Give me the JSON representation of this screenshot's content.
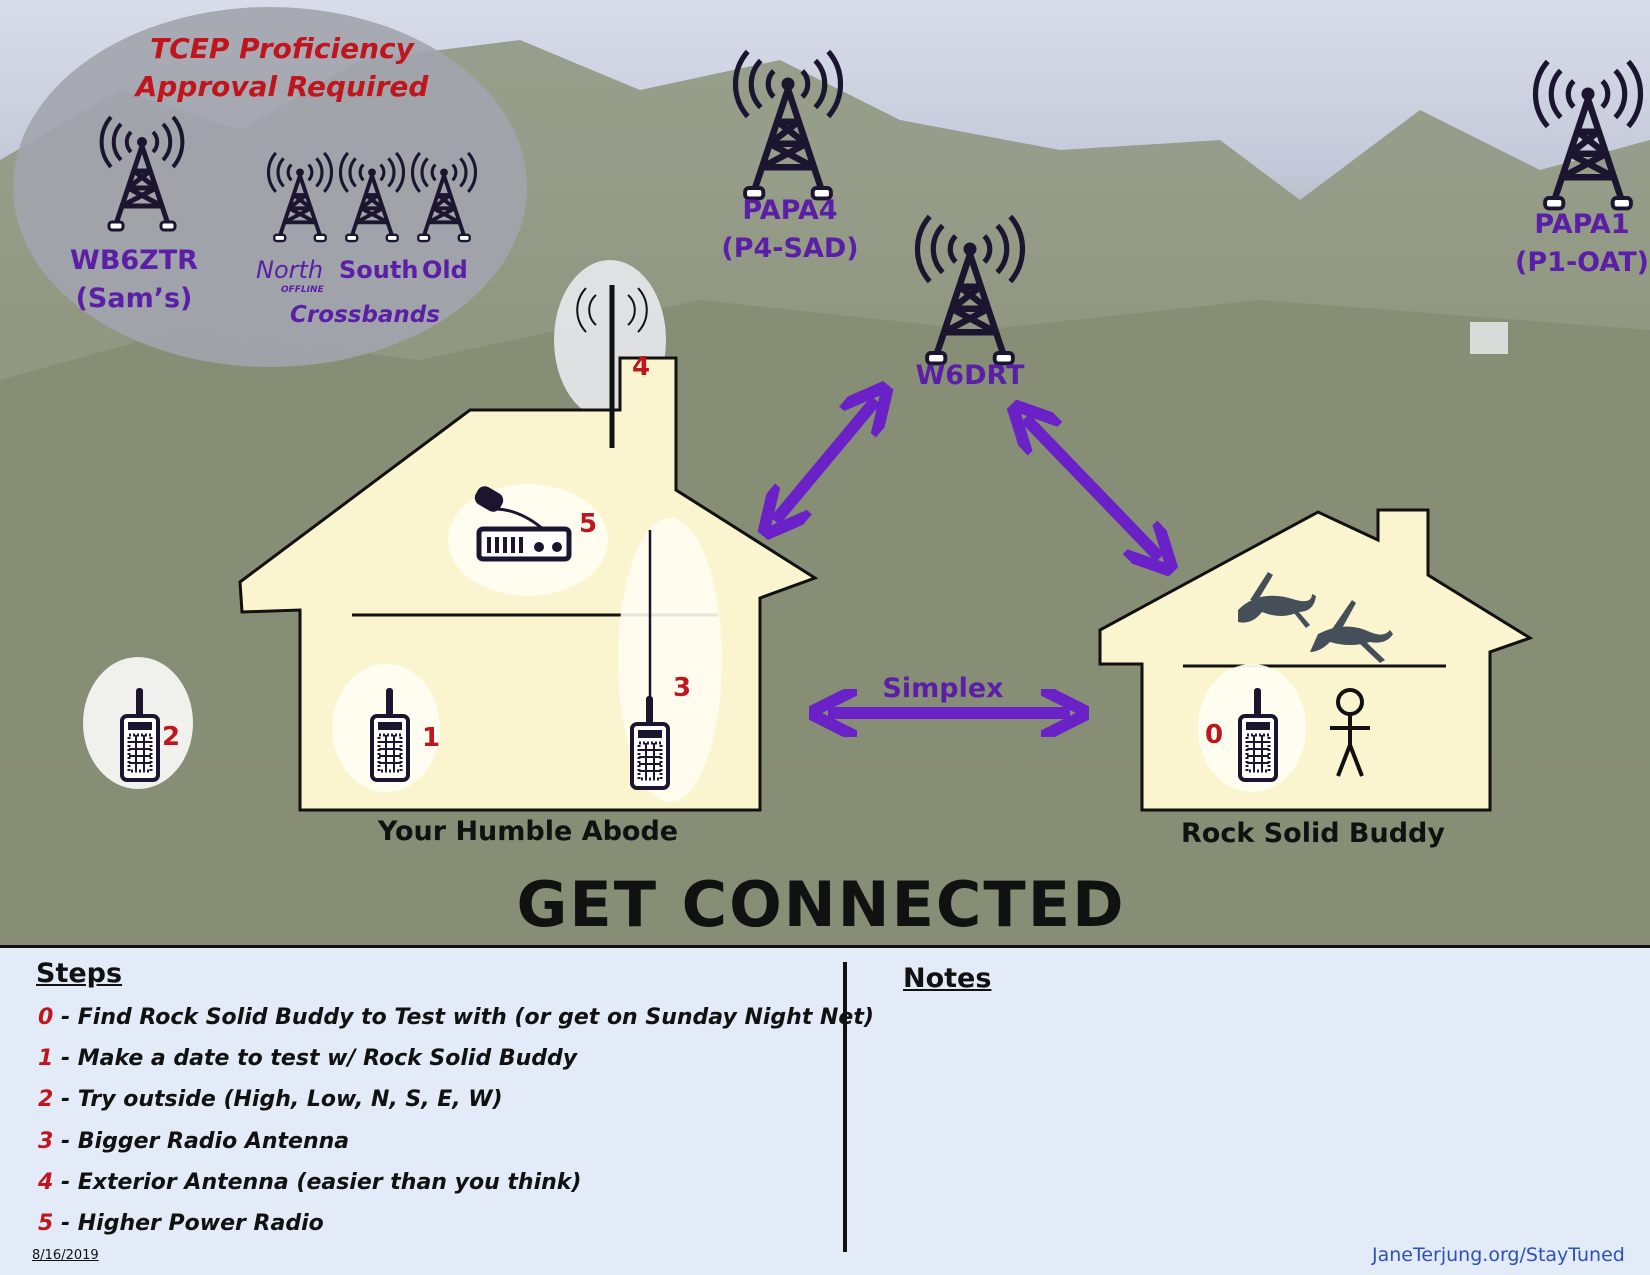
{
  "ellipse": {
    "tcep_line1": "TCEP Proficiency",
    "tcep_line2": "Approval Required",
    "wb6ztr_line1": "WB6ZTR",
    "wb6ztr_line2": "(Sam’s)",
    "north": "North",
    "offline": "OFFLINE",
    "south": "South",
    "old": "Old",
    "crossbands": "Crossbands"
  },
  "repeaters": {
    "papa4_line1": "PAPA4",
    "papa4_line2": "(P4-SAD)",
    "papa1_line1": "PAPA1",
    "papa1_line2": "(P1-OAT)",
    "w6drt": "W6DRT"
  },
  "diagram": {
    "simplex": "Simplex",
    "your_home": "Your Humble Abode",
    "buddy_home": "Rock Solid Buddy",
    "numbers": [
      "0",
      "1",
      "2",
      "3",
      "4",
      "5"
    ]
  },
  "headline": "GET CONNECTED",
  "steps": {
    "title": "Steps",
    "items": [
      {
        "num": "0",
        "text": " - Find Rock Solid Buddy to Test with (or get on Sunday Night Net)"
      },
      {
        "num": "1",
        "text": " - Make a date to test w/ Rock Solid Buddy"
      },
      {
        "num": "2",
        "text": " - Try outside (High, Low, N, S, E, W)"
      },
      {
        "num": "3",
        "text": " - Bigger Radio Antenna"
      },
      {
        "num": "4",
        "text": " - Exterior Antenna (easier than you think)"
      },
      {
        "num": "5",
        "text": " - Higher Power Radio"
      }
    ]
  },
  "notes": {
    "title": "Notes"
  },
  "footer": {
    "date": "8/16/2019",
    "site": "JaneTerjung.org/StayTuned"
  },
  "colors": {
    "accent_purple": "#5a1fa6",
    "number_red": "#c0151c",
    "house_fill": "#fbf5cf",
    "panel_bg": "#e3ebf8"
  }
}
